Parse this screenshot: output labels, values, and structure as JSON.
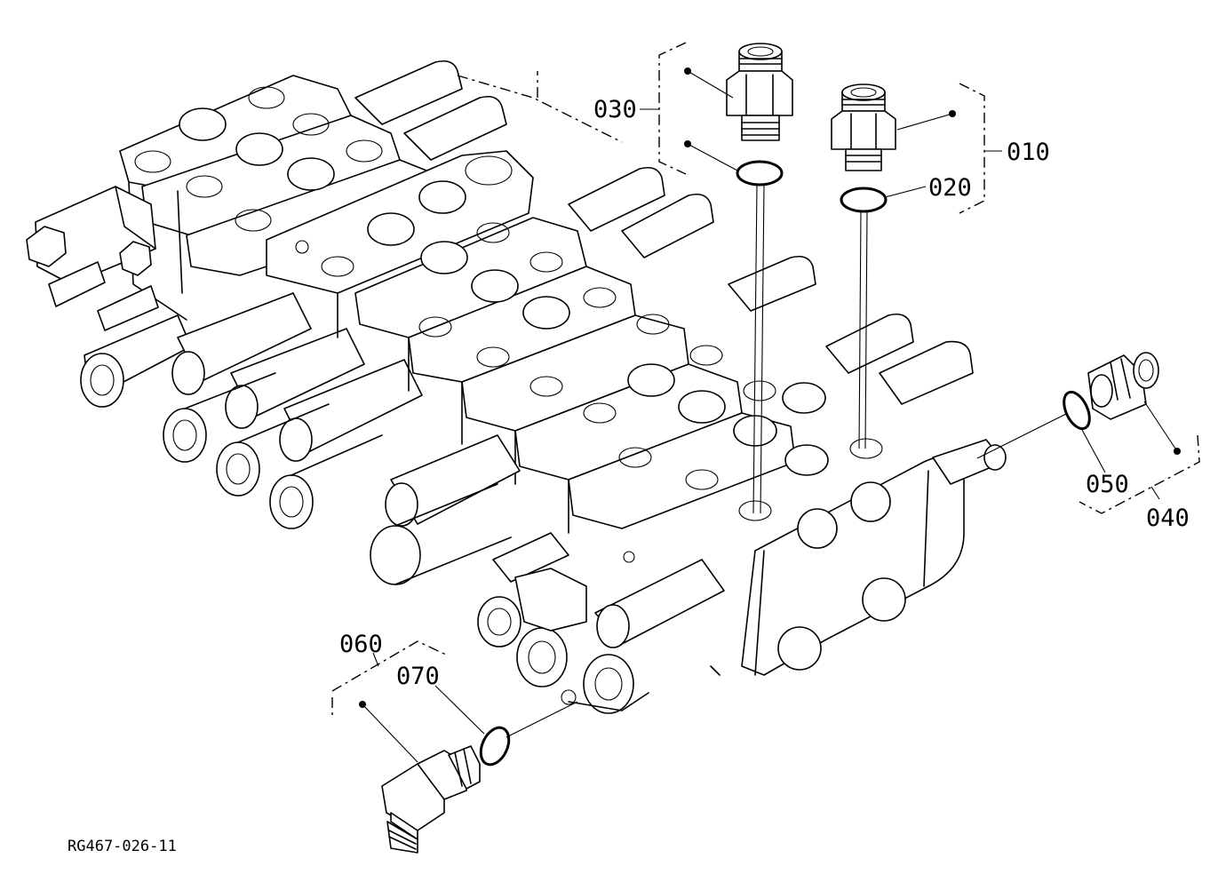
{
  "drawing_ref": "RG467-026-11",
  "parts": [
    {
      "id": "callout-010",
      "number": "010"
    },
    {
      "id": "callout-020",
      "number": "020"
    },
    {
      "id": "callout-030",
      "number": "030"
    },
    {
      "id": "callout-040",
      "number": "040"
    },
    {
      "id": "callout-050",
      "number": "050"
    },
    {
      "id": "callout-060",
      "number": "060"
    },
    {
      "id": "callout-070",
      "number": "070"
    }
  ]
}
